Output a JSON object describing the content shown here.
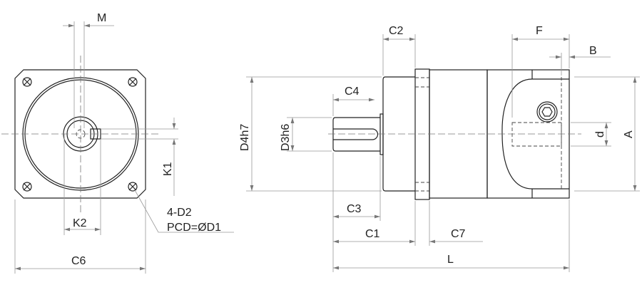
{
  "title": "Planetary gearbox dimension drawing",
  "front_view": {
    "labels": {
      "M": "M",
      "K1": "K1",
      "K2": "K2",
      "C6": "C6",
      "holes": "4-D2",
      "pcd": "PCD=ØD1"
    }
  },
  "side_view": {
    "labels": {
      "C2": "C2",
      "F": "F",
      "B": "B",
      "C4": "C4",
      "D4h7": "D4h7",
      "D3h6": "D3h6",
      "d": "d",
      "A": "A",
      "C3": "C3",
      "C1": "C1",
      "C7": "C7",
      "L": "L"
    }
  },
  "colors": {
    "outline": "#222222",
    "dimension": "#999999"
  }
}
